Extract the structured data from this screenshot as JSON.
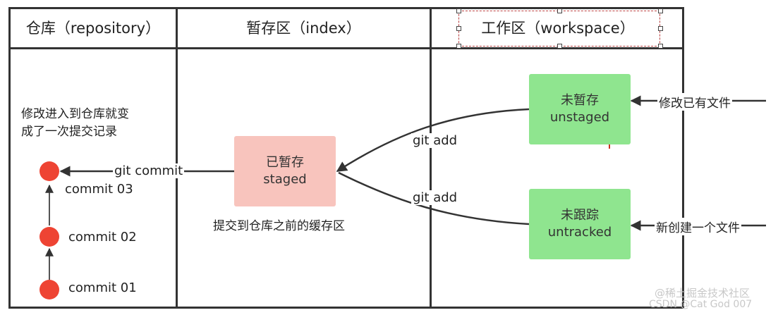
{
  "headers": {
    "repository": "仓库（repository）",
    "index": "暂存区（index）",
    "workspace": "工作区（workspace）"
  },
  "repo": {
    "note_line1": "修改进入到仓库就变",
    "note_line2": "成了一次提交记录",
    "commits": [
      "commit  03",
      "commit  02",
      "commit  01"
    ]
  },
  "index": {
    "box_line1": "已暂存",
    "box_line2": "staged",
    "note": "提交到仓库之前的缓存区"
  },
  "workspace": {
    "unstaged_line1": "未暂存",
    "unstaged_line2": "unstaged",
    "untracked_line1": "未跟踪",
    "untracked_line2": "untracked"
  },
  "edges": {
    "git_commit": "git commit",
    "git_add_1": "git add",
    "git_add_2": "git add",
    "modify_existing": "修改已有文件",
    "create_new": "新创建一个文件"
  },
  "watermark": {
    "line1": "@稀土掘金技术社区",
    "line2": "CSDN @Cat God 007"
  },
  "colors": {
    "green_box": "#8fe58f",
    "pink_box": "#f8c4bd",
    "commit_dot": "#ee4433",
    "cursor": "#cc3322",
    "selection": "#b94040"
  }
}
